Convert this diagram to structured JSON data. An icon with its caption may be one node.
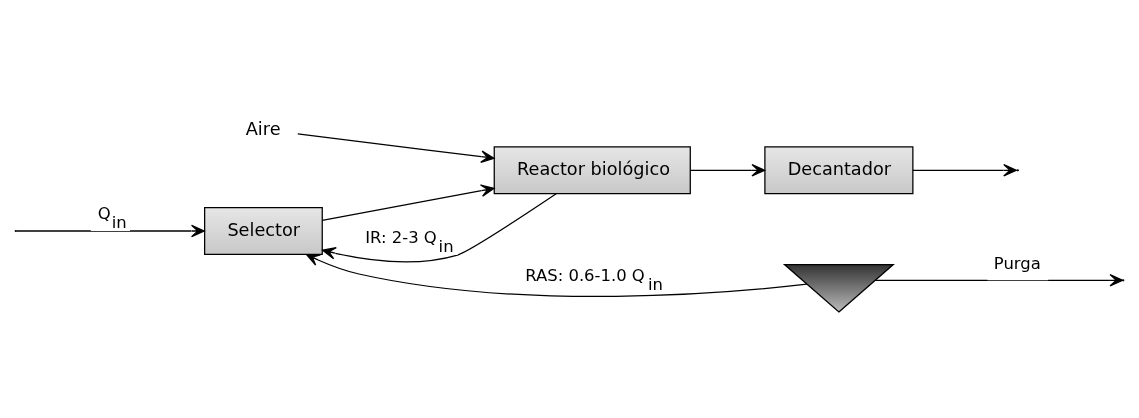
{
  "diagram": {
    "nodes": [
      {
        "text": [
          "Selector"
        ]
      },
      {
        "text": [
          "Reactor biológico"
        ]
      },
      {
        "text": [
          "Decantador"
        ]
      },
      {
        "text": [],
        "shape": "triangle"
      },
      {
        "text": [
          "Aire"
        ]
      }
    ],
    "edges": [
      {
        "from": null,
        "to": 0,
        "arrow": "to",
        "label": "Q$_{in}$"
      },
      {
        "from": 0,
        "to": 1,
        "arrow": "to"
      },
      {
        "from": 1,
        "to": 2,
        "arrow": "to"
      },
      {
        "from": 1,
        "to": 0,
        "arrow": "to",
        "label": "IR: 2-3 Q$_{in}$"
      },
      {
        "from": 4,
        "to": 1,
        "arrow": "to"
      },
      {
        "from": 2,
        "to": null,
        "arrow": "to"
      },
      {
        "from": 3,
        "to": 0,
        "arrow": "to",
        "label": "RAS: 0.6-1.0 Q$_{in}$"
      },
      {
        "from": 3,
        "to": null,
        "arrow": "to",
        "label": "Purga"
      }
    ]
  }
}
